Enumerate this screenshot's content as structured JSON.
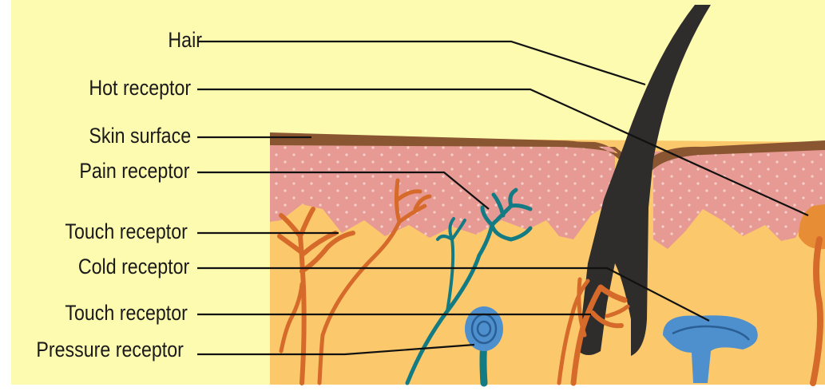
{
  "labels": {
    "hair": "Hair",
    "hot_receptor": "Hot receptor",
    "skin_surface": "Skin surface",
    "pain_receptor": "Pain receptor",
    "touch_receptor_upper": "Touch receptor",
    "cold_receptor": "Cold receptor",
    "touch_receptor_lower": "Touch receptor",
    "pressure_receptor": "Pressure receptor"
  },
  "colors": {
    "background": "#fdfbb0",
    "epidermis_surface": "#8a5531",
    "dermis_pink": "#e79a93",
    "subcutis_yellow": "#fbc96b",
    "hair": "#2f2c2c",
    "nerve_orange": "#d66a2a",
    "nerve_teal": "#137b84",
    "corpuscle_blue": "#4e8fce"
  }
}
